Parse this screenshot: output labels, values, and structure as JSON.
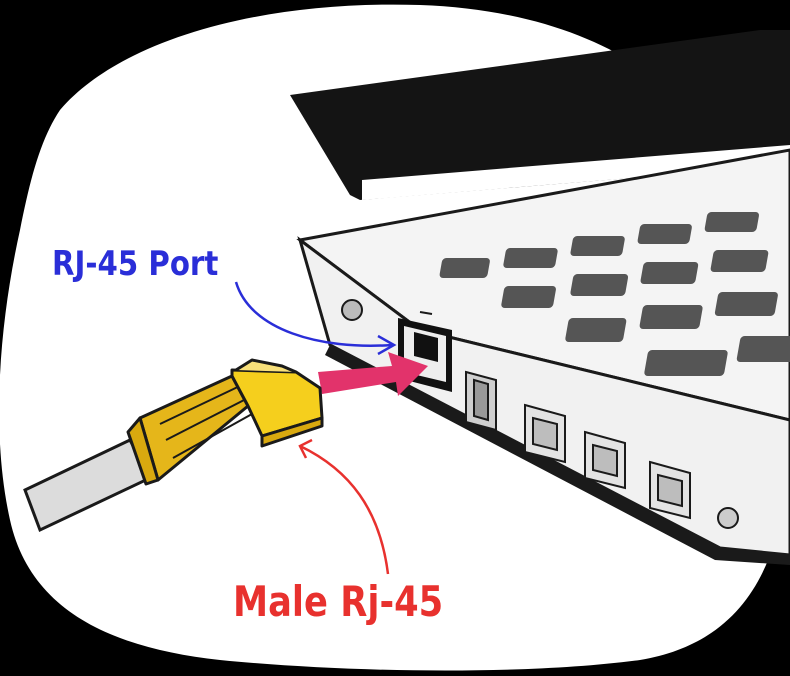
{
  "labels": {
    "port": "RJ-45 Port",
    "male": "Male Rj-45"
  },
  "colors": {
    "background": "#000000",
    "blob": "#ffffff",
    "port_label": "#2a2ed8",
    "male_label": "#e8312e",
    "insert_arrow": "#e2336b",
    "plug": "#f5cf1d",
    "plug_shade": "#d9a90f",
    "outline": "#1a1a1a",
    "laptop_body": "#f3f3f3",
    "keys": "#555555",
    "cable": "#dcdcdc"
  },
  "icons": {
    "laptop": "laptop-illustration",
    "connector": "rj45-plug-illustration",
    "insert_arrow": "insert-arrow-icon"
  }
}
